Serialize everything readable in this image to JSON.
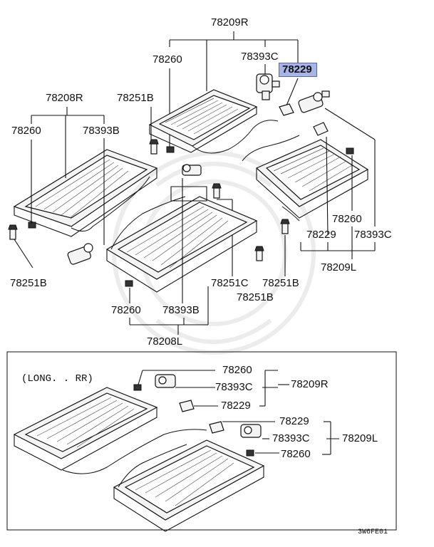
{
  "diagram": {
    "labels": {
      "p78209R_top": "78209R",
      "p78260_a": "78260",
      "p78393C_a": "78393C",
      "p78229_highlight": "78229",
      "p78208R": "78208R",
      "p78251B_a": "78251B",
      "p78260_b": "78260",
      "p78393B_a": "78393B",
      "p78251B_b": "78251B",
      "p78260_c": "78260",
      "p78229_b": "78229",
      "p78393C_b": "78393C",
      "p78209L_top": "78209L",
      "p78251C": "78251C",
      "p78251B_c": "78251B",
      "p78251B_d": "78251B",
      "p78260_d": "78260",
      "p78393B_b": "78393B",
      "p78208L": "78208L"
    },
    "inset": {
      "title": "(LONG. . RR)",
      "labels": {
        "i78260_a": "78260",
        "i78393C_a": "78393C",
        "i78229_a": "78229",
        "i78209R": "78209R",
        "i78229_b": "78229",
        "i78393C_b": "78393C",
        "i78260_b": "78260",
        "i78209L": "78209L"
      }
    },
    "code": "3W6FE01",
    "highlight_color": "#a8b3e6"
  }
}
